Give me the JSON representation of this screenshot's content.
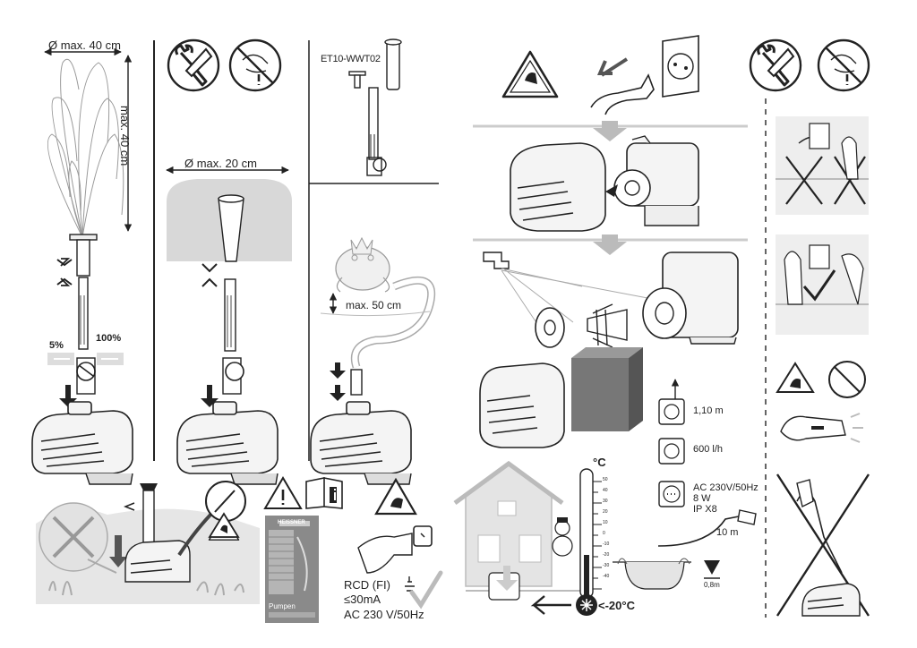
{
  "left_page": {
    "fountain_diameter_label": "Ø max. 40 cm",
    "fountain_height_label": "max. 40 cm",
    "flow_min_label": "5%",
    "flow_max_label": "100%",
    "bell_diameter_label": "Ø max. 20 cm",
    "nozzle_model_label": "ET10-WWT02",
    "figure_height_label": "max. 50 cm",
    "manual_brand_label": "HEISSNER",
    "manual_title_label": "Pumpen",
    "rcd_label": "RCD (FI)",
    "rcd_current_label": "≤30mA",
    "voltage_label": "AC 230 V/50Hz"
  },
  "right_page": {
    "head_label": "1,10 m",
    "flow_label": "600 l/h",
    "spec_voltage_label": "AC 230V/50Hz",
    "spec_power_label": "8 W",
    "spec_ip_label": "IP X8",
    "cable_length_label": "10 m",
    "thermometer_unit_label": "°C",
    "frost_temp_label": "<-20°C",
    "depth_label": "0,8m",
    "scale_labels": [
      "50",
      "40",
      "30",
      "20",
      "10",
      "0",
      "-10",
      "-20",
      "-30",
      "-40"
    ]
  },
  "icons": [
    "wrench-icon",
    "unplug-warning-icon",
    "hazard-triangle-icon",
    "plug-into-socket-icon",
    "socket-icon",
    "info-manual-icon",
    "warning-sign-icon",
    "checkmark-icon",
    "cross-out-icon",
    "snowflake-icon",
    "depth-marker-icon"
  ],
  "colors": {
    "line": "#222222",
    "gray_fill": "#d9d9d9",
    "dark_gray": "#9a9a9a",
    "background": "#ffffff"
  }
}
